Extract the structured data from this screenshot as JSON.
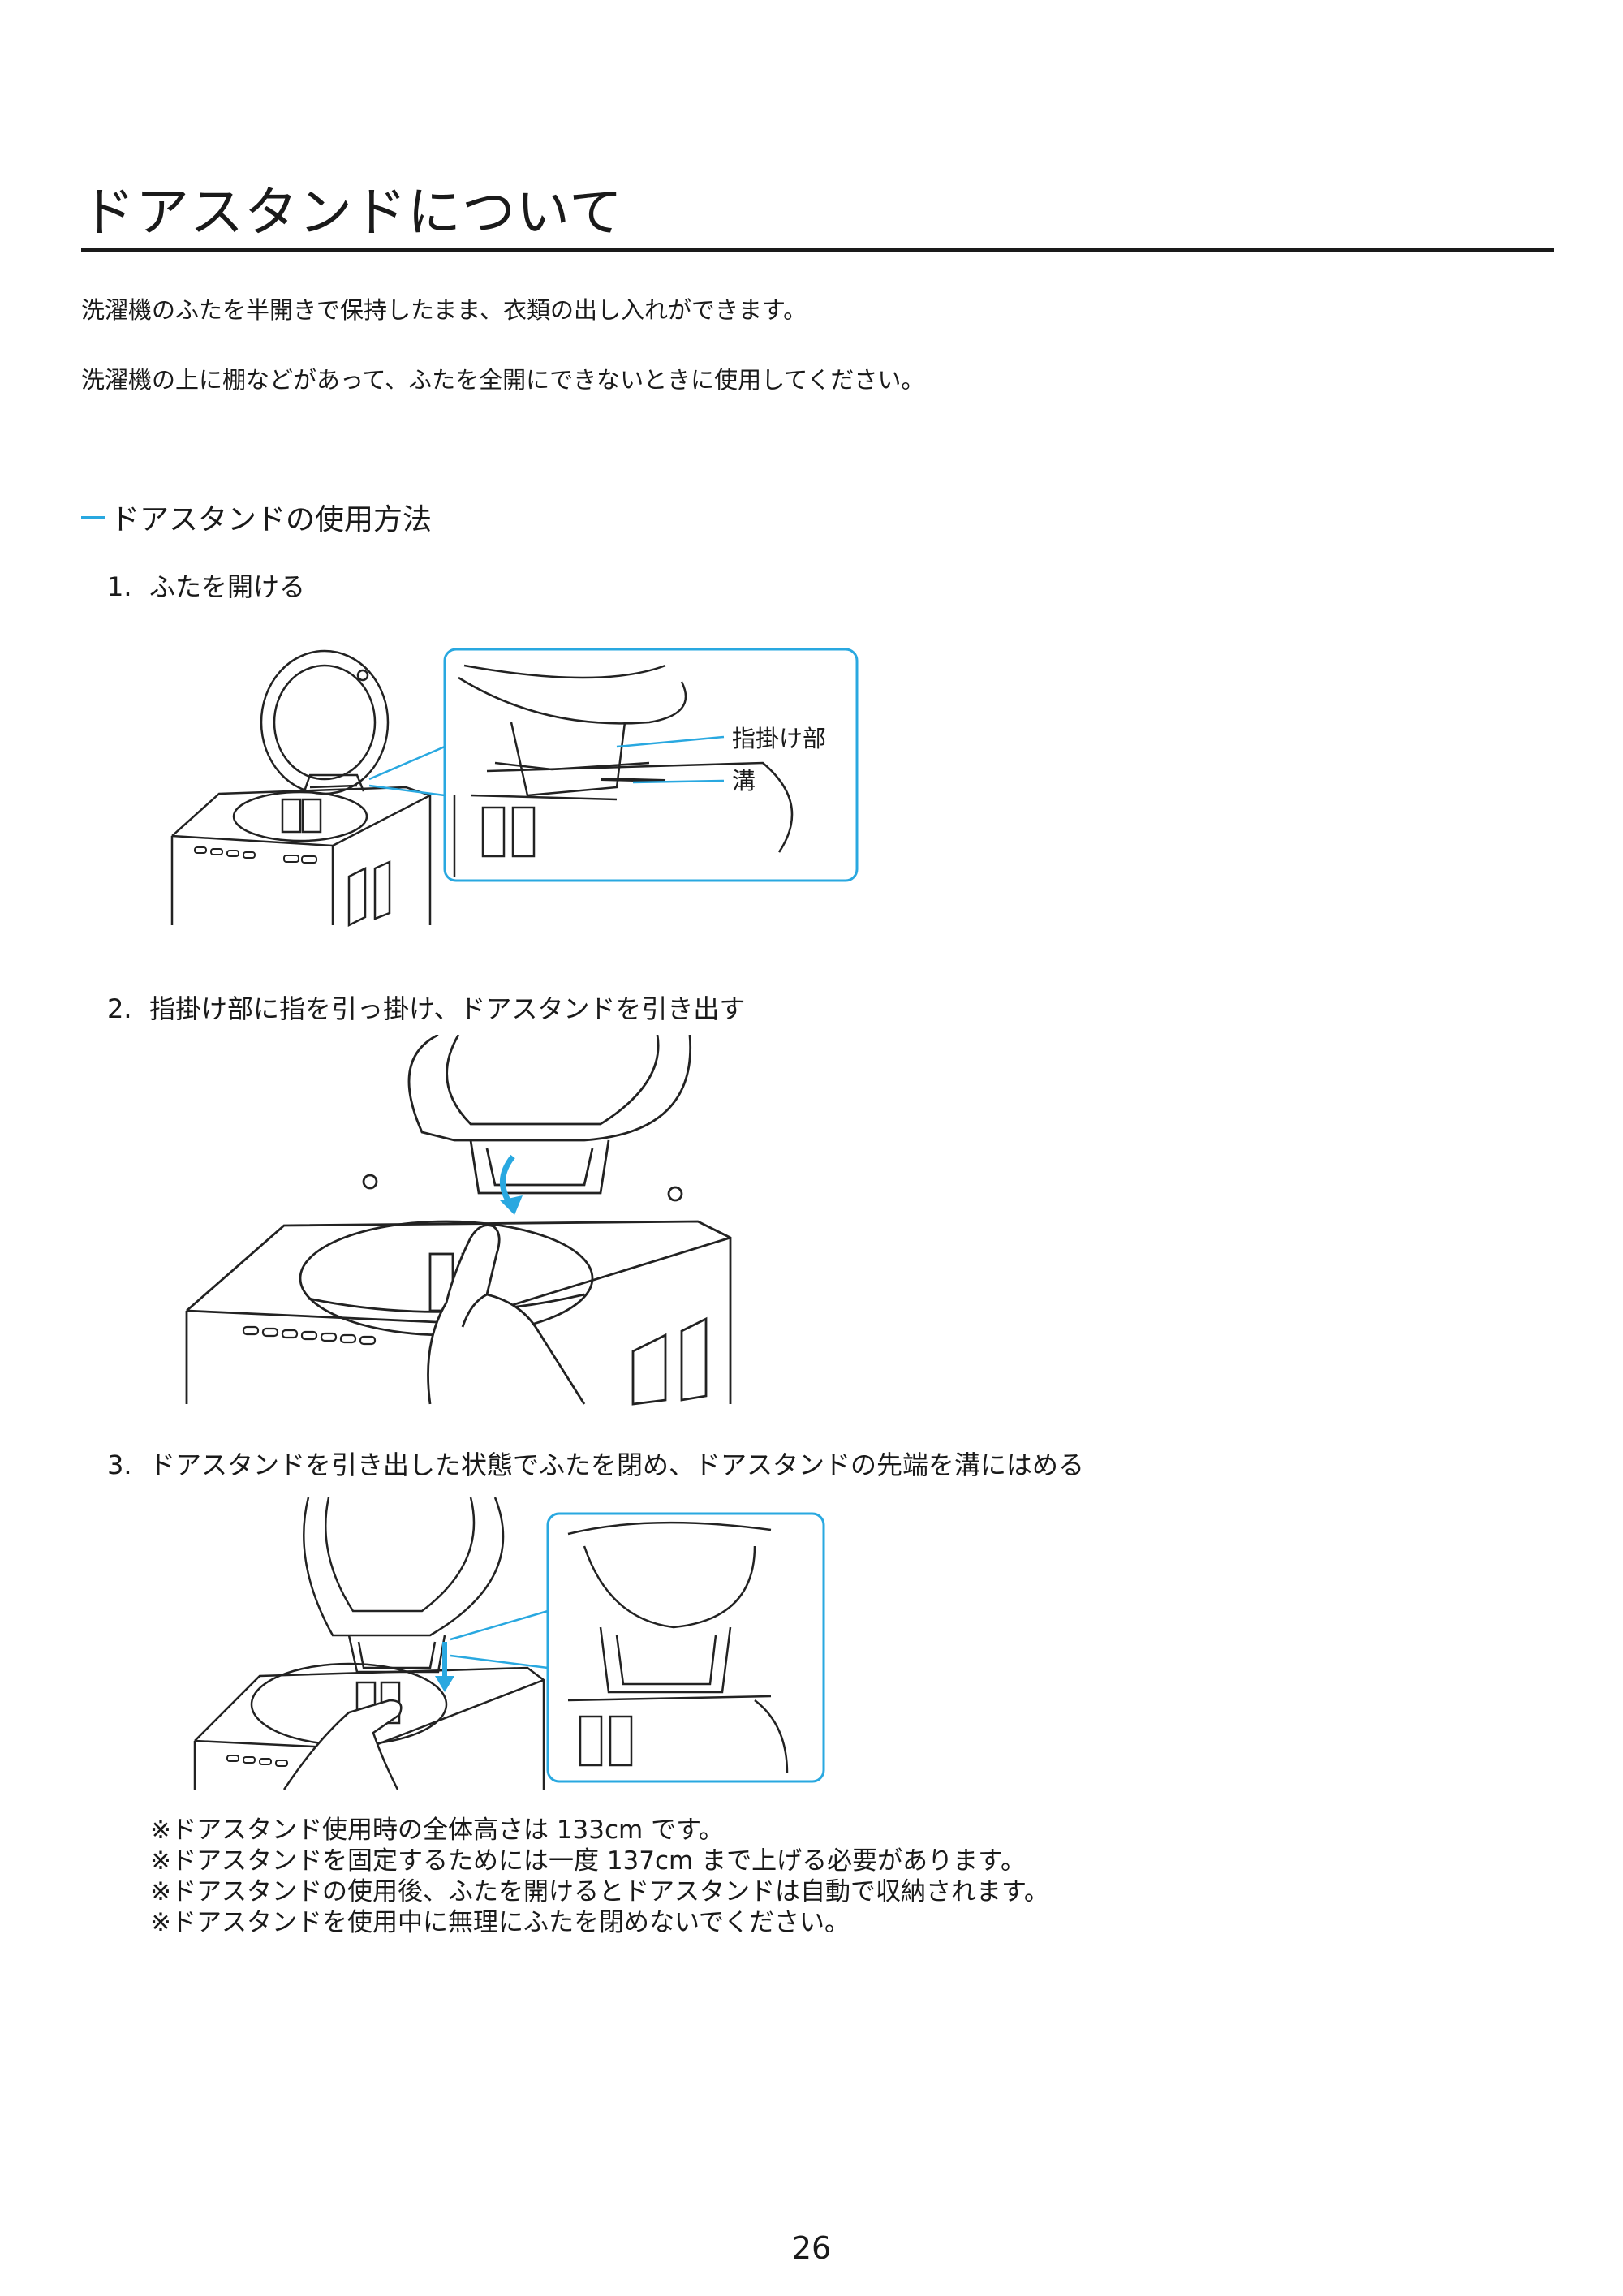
{
  "title": "ドアスタンドについて",
  "intro": [
    "洗濯機のふたを半開きで保持したまま、衣類の出し入れができます。",
    "洗濯機の上に棚などがあって、ふたを全開にできないときに使用してください。"
  ],
  "section_heading": "ドアスタンドの使用方法",
  "steps": [
    {
      "num": "1.",
      "text": "ふたを開ける"
    },
    {
      "num": "2.",
      "text": "指掛け部に指を引っ掛け、ドアスタンドを引き出す"
    },
    {
      "num": "3.",
      "text": "ドアスタンドを引き出した状態でふたを閉め、ドアスタンドの先端を溝にはめる"
    }
  ],
  "callouts": {
    "finger_grip": "指掛け部",
    "groove": "溝"
  },
  "notes": [
    "※ドアスタンド使用時の全体高さは 133cm です。",
    "※ドアスタンドを固定するためには一度 137cm まで上げる必要があります。",
    "※ドアスタンドの使用後、ふたを開けるとドアスタンドは自動で収納されます。",
    "※ドアスタンドを使用中に無理にふたを閉めないでください。"
  ],
  "page_number": "26",
  "colors": {
    "accent": "#29a8e0",
    "text": "#1a1a1a",
    "line_art": "#222222"
  },
  "icons": {
    "arrow_pull": "curved-arrow-icon",
    "arrow_insert": "down-arrow-icon"
  }
}
